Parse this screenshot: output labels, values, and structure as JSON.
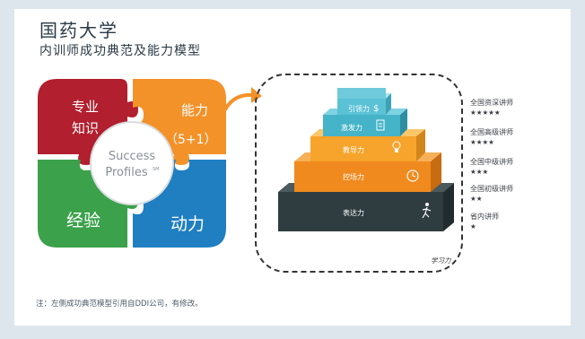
{
  "slide": {
    "title": "国药大学",
    "subtitle": "内训师成功典范及能力模型",
    "note": "注：左侧成功典范模型引用自DDI公司，有修改。"
  },
  "puzzle": {
    "q1": "专业\n知识",
    "q2_line1": "能力",
    "q2_line2": "（5+1）",
    "q3": "经验",
    "q4": "动力",
    "center_line1": "Success",
    "center_line2": "Profiles",
    "center_sup": "SM"
  },
  "pyramid": {
    "levels": [
      {
        "name": "引领力",
        "icon": "dollar-icon"
      },
      {
        "name": "激发力",
        "icon": "document-icon"
      },
      {
        "name": "教导力",
        "icon": "lightbulb-icon"
      },
      {
        "name": "控场力",
        "icon": "clock-icon"
      },
      {
        "name": "表达力",
        "icon": "runner-icon"
      }
    ],
    "foundation": "学习力"
  },
  "ranks": [
    {
      "title": "全国资深讲师",
      "stars": "★★★★★"
    },
    {
      "title": "全国高级讲师",
      "stars": "★★★★"
    },
    {
      "title": "全国中级讲师",
      "stars": "★★★"
    },
    {
      "title": "全国初级讲师",
      "stars": "★★"
    },
    {
      "title": "省内讲师",
      "stars": "★"
    }
  ],
  "colors": {
    "red": "#b21f2e",
    "orange": "#f4922a",
    "green": "#3ba14a",
    "blue": "#1f7fc1",
    "teal": "#2f9bb4",
    "dark": "#2f3d40"
  }
}
